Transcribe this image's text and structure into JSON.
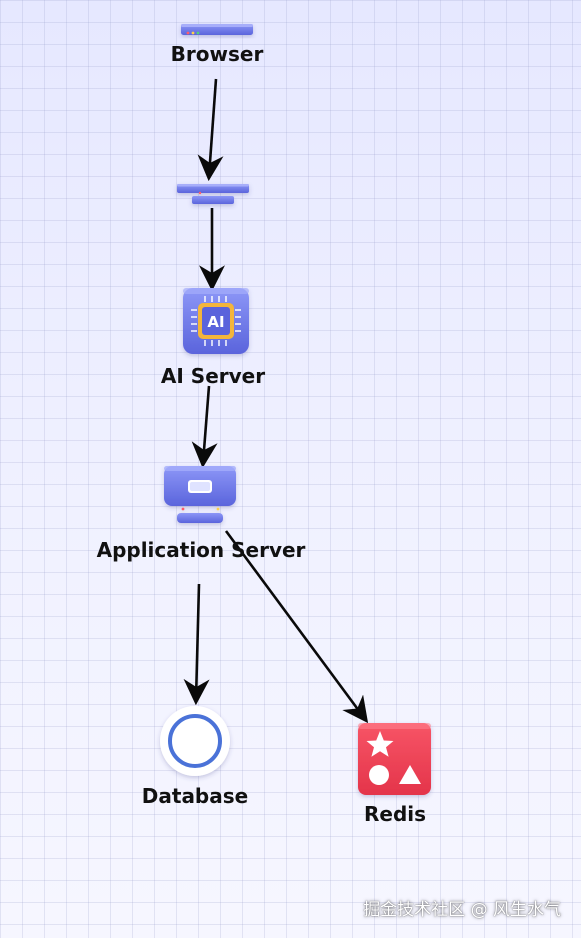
{
  "nodes": {
    "browser": {
      "label": "Browser",
      "icon": "browser-window-icon"
    },
    "proxy": {
      "label": "",
      "icon": "proxy-layers-icon"
    },
    "ai_server": {
      "label": "AI Server",
      "icon": "ai-chip-icon",
      "chip_text": "AI"
    },
    "app_server": {
      "label": "Application Server",
      "icon": "server-icon"
    },
    "database": {
      "label": "Database",
      "icon": "database-circle-icon"
    },
    "redis": {
      "label": "Redis",
      "icon": "redis-shapes-icon"
    }
  },
  "edges": [
    {
      "from": "browser",
      "to": "proxy"
    },
    {
      "from": "proxy",
      "to": "ai_server"
    },
    {
      "from": "ai_server",
      "to": "app_server"
    },
    {
      "from": "app_server",
      "to": "database"
    },
    {
      "from": "app_server",
      "to": "redis"
    }
  ],
  "colors": {
    "accent": "#6470e8",
    "accent_light": "#8c95f5",
    "chip_gold": "#f3b53a",
    "database_ring": "#4a72d8",
    "redis": "#f04256",
    "arrow": "#0a0a0a"
  },
  "watermark": "掘金技术社区 @ 风生水气"
}
